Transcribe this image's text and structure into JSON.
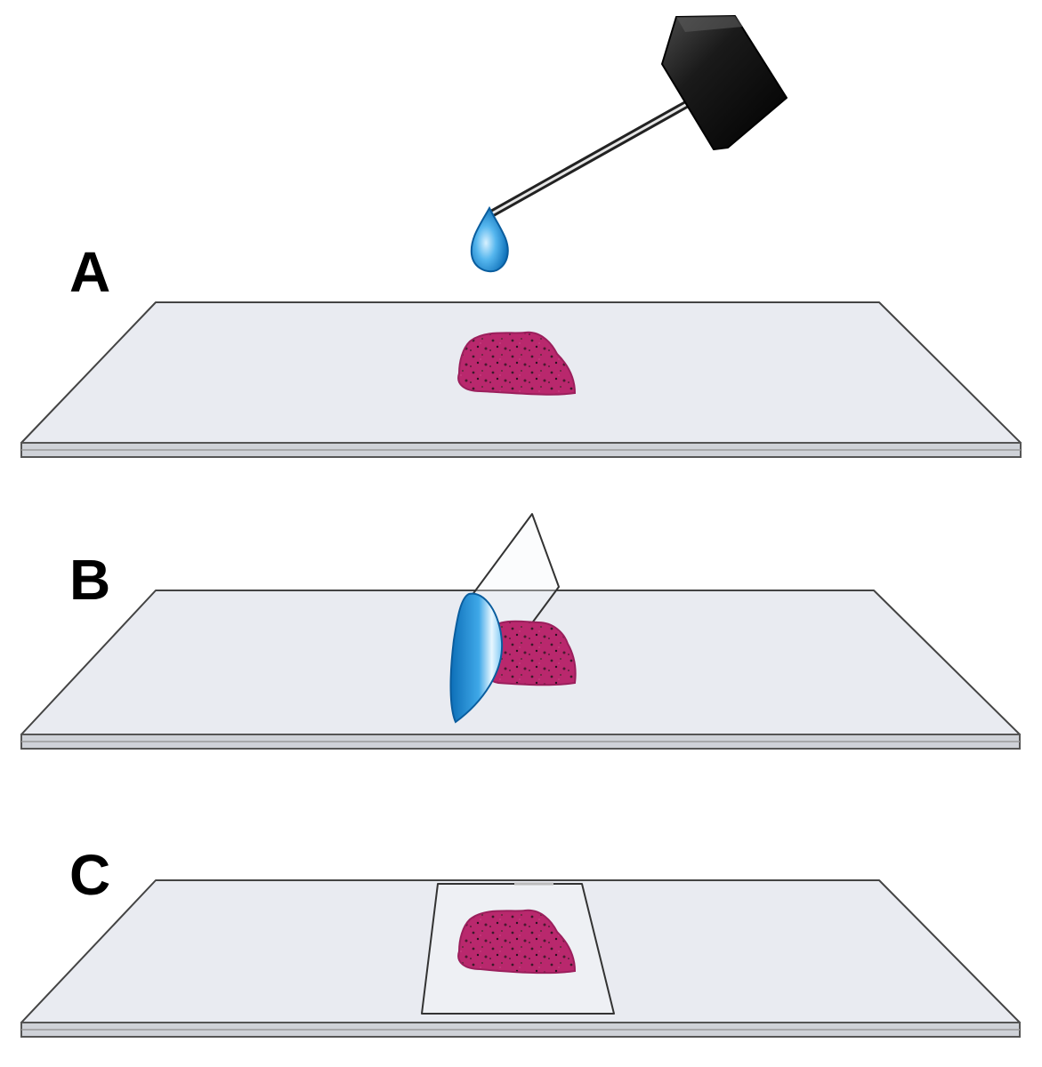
{
  "steps": [
    {
      "label": "A"
    },
    {
      "label": "B"
    },
    {
      "label": "C"
    }
  ],
  "colors": {
    "slide_top": "#e9ebf1",
    "slide_edge": "#555555",
    "slide_edge_light": "#bdbdbd",
    "tissue": "#b9286d",
    "tissue_dark": "#7a1847",
    "water": "#1f8fd6",
    "water_light": "#bfe6ff",
    "dropper_bulb": "#1a1a1a",
    "outline": "#333333"
  },
  "icons": [
    "dropper-icon",
    "water-drop-icon",
    "tissue-sample-icon",
    "coverslip-icon",
    "microscope-slide-icon"
  ]
}
